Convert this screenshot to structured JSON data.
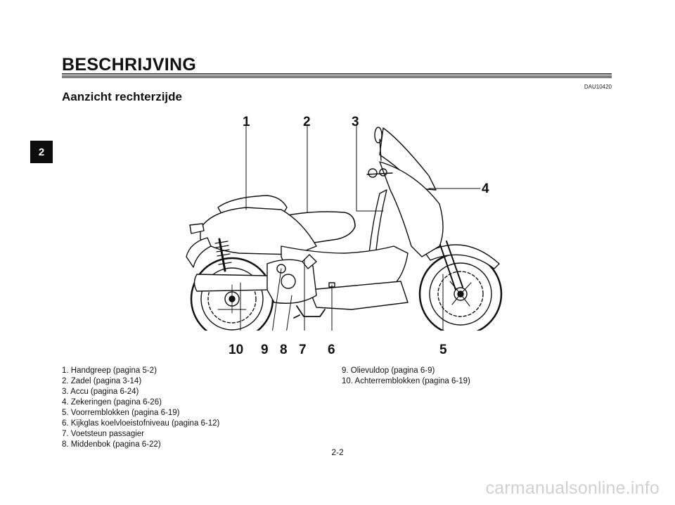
{
  "header": {
    "title": "BESCHRIJVING",
    "doc_code": "DAU10420"
  },
  "section": {
    "title": "Aanzicht rechterzijde"
  },
  "chapter_tab": {
    "label": "2"
  },
  "callouts": [
    "1",
    "2",
    "3",
    "4",
    "5",
    "6",
    "7",
    "8",
    "9",
    "10"
  ],
  "legend": {
    "left": [
      "1. Handgreep (pagina 5-2)",
      "2. Zadel (pagina 3-14)",
      "3. Accu (pagina 6-24)",
      "4. Zekeringen (pagina 6-26)",
      "5. Voorremblokken (pagina 6-19)",
      "6. Kijkglas koelvloeistofniveau (pagina 6-12)",
      "7. Voetsteun passagier",
      "8. Middenbok (pagina 6-22)"
    ],
    "right": [
      "9. Olievuldop (pagina 6-9)",
      "10. Achterremblokken (pagina 6-19)"
    ]
  },
  "page_number": "2-2",
  "watermark": "carmanualsonline.info"
}
